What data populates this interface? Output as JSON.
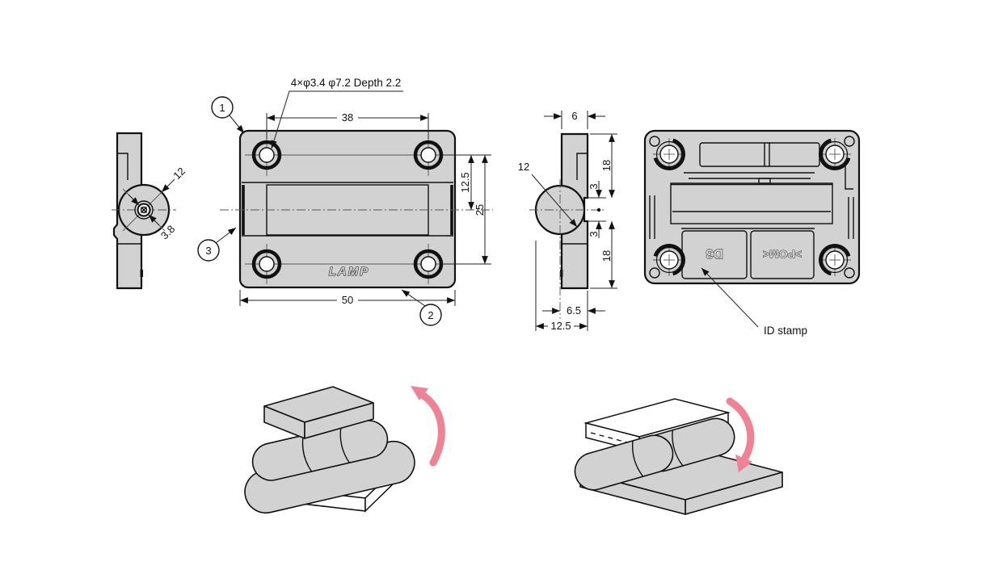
{
  "meta": {
    "drawing_type": "hinge technical drawing",
    "background": "#ffffff",
    "line_color": "#111111",
    "part_fill": "#d2d2d2",
    "arrow_accent": "#ef8294"
  },
  "front_view": {
    "hole_note": "4×φ3.4 φ7.2 Depth 2.2",
    "logo": "LAMP",
    "dim_hole_span": "38",
    "dim_total_width": "50",
    "dim_half_height": "12.5",
    "dim_hole_height": "25",
    "callout_1": "1",
    "callout_2": "2",
    "callout_3": "3"
  },
  "left_side_view": {
    "dim_knuckle_dia": "12",
    "dim_pin_dia": "3.8"
  },
  "right_side_view": {
    "dim_leaf_thickness": "6",
    "dim_knuckle_dia": "12",
    "dim_upper": "18",
    "dim_step_upper": "3",
    "dim_step_lower": "3",
    "dim_lower": "18",
    "dim_offset": "6.5",
    "dim_total_depth": "12.5"
  },
  "back_view": {
    "stamp_left": "D3",
    "stamp_right": ">POM<",
    "id_label": "ID stamp"
  }
}
